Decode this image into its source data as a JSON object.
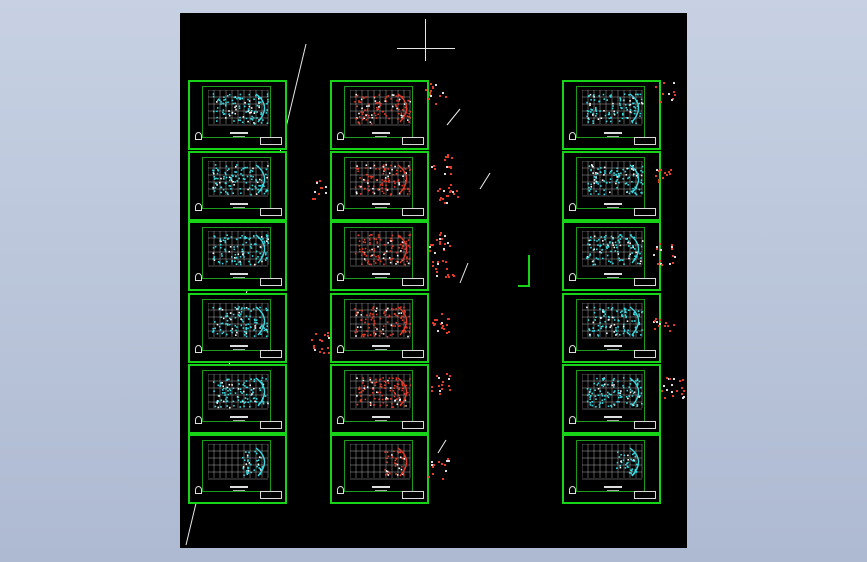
{
  "window": {
    "background_color": "#b7c3d9",
    "canvas_color": "#000000",
    "frame_color": "#18d418",
    "plan_colors": [
      "#e23b2a",
      "#38d8e0",
      "#ffffff"
    ]
  },
  "drawing": {
    "columns": [
      {
        "name": "left-column",
        "sheets": 6,
        "fill": "cyan"
      },
      {
        "name": "middle-column",
        "sheets": 6,
        "fill": "red"
      },
      {
        "name": "right-column",
        "sheets": 6,
        "fill": "cyan"
      }
    ]
  },
  "icons": {
    "crosshair": "crosshair-cursor-icon",
    "ucs": "ucs-icon",
    "north_arrow": "north-arrow-icon"
  }
}
